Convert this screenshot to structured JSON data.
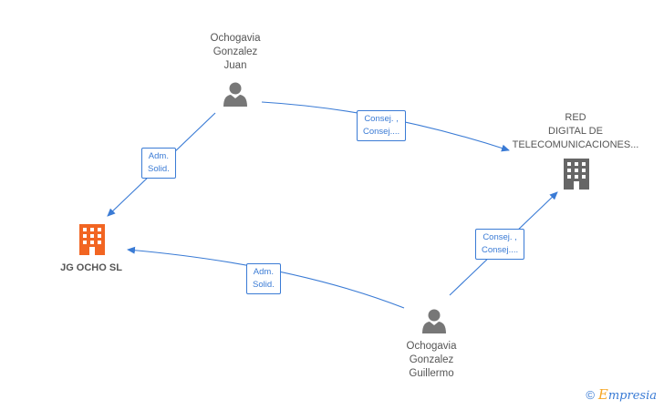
{
  "nodes": {
    "juan": {
      "label": "Ochogavia\nGonzalez\nJuan",
      "icon": "person-icon"
    },
    "guillermo": {
      "label": "Ochogavia\nGonzalez\nGuillermo",
      "icon": "person-icon"
    },
    "jg_ocho": {
      "label": "JG OCHO  SL",
      "icon": "building-icon",
      "color": "#f26522"
    },
    "red_digital": {
      "label": "RED\nDIGITAL DE\nTELECOMUNICACIONES...",
      "icon": "building-icon",
      "color": "#666666"
    }
  },
  "edges": {
    "juan_jg": {
      "label": "Adm.\nSolid."
    },
    "juan_red": {
      "label": "Consej. ,\nConsej...."
    },
    "guillermo_jg": {
      "label": "Adm.\nSolid."
    },
    "guillermo_red": {
      "label": "Consej. ,\nConsej...."
    }
  },
  "colors": {
    "edge": "#3a7bd5",
    "person": "#777777",
    "text": "#555555"
  },
  "brand": {
    "copyright": "©",
    "initial": "E",
    "name": "mpresia"
  }
}
